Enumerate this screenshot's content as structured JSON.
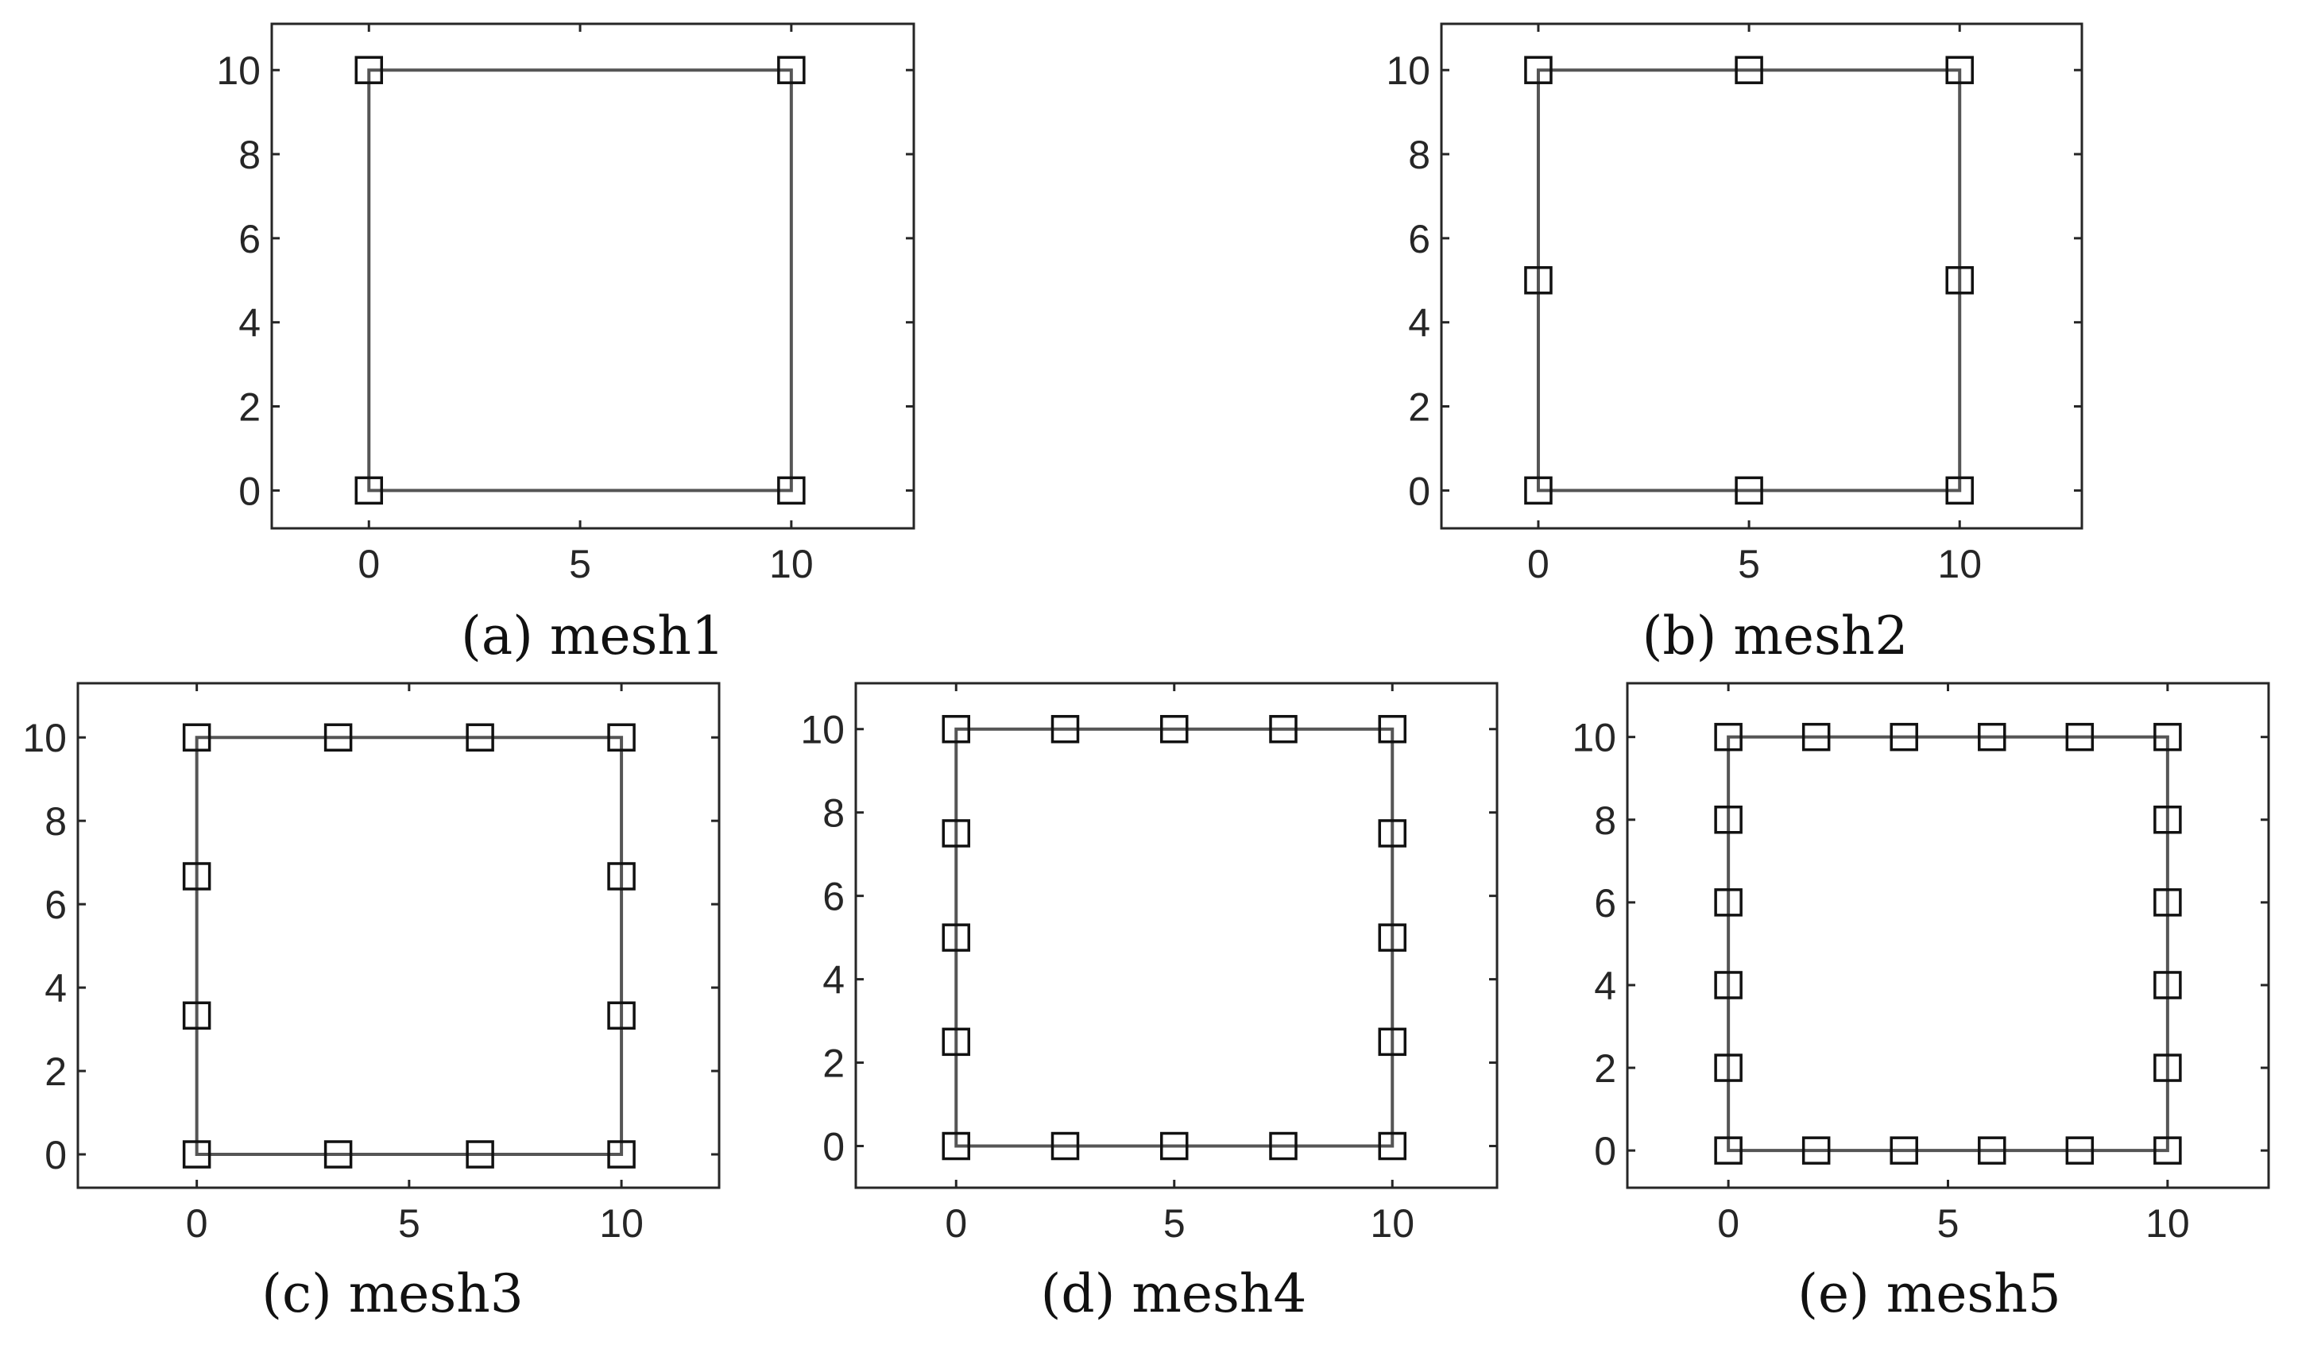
{
  "chart_data": [
    {
      "type": "scatter",
      "caption": "(a) mesh1",
      "title": "",
      "xlabel": "",
      "ylabel": "",
      "xlim": [
        -2.3,
        12.9
      ],
      "ylim": [
        -0.9,
        11.1
      ],
      "xticks": [
        0,
        5,
        10
      ],
      "yticks": [
        0,
        2,
        4,
        6,
        8,
        10
      ],
      "grid": false,
      "marker": "square",
      "line_color": "#555555",
      "marker_color": "#111111",
      "outline": [
        [
          0,
          0
        ],
        [
          10,
          0
        ],
        [
          10,
          10
        ],
        [
          0,
          10
        ]
      ],
      "points": [
        {
          "x": 0,
          "y": 0
        },
        {
          "x": 10,
          "y": 0
        },
        {
          "x": 10,
          "y": 10
        },
        {
          "x": 0,
          "y": 10
        }
      ]
    },
    {
      "type": "scatter",
      "caption": "(b) mesh2",
      "title": "",
      "xlabel": "",
      "ylabel": "",
      "xlim": [
        -2.3,
        12.9
      ],
      "ylim": [
        -0.9,
        11.1
      ],
      "xticks": [
        0,
        5,
        10
      ],
      "yticks": [
        0,
        2,
        4,
        6,
        8,
        10
      ],
      "grid": false,
      "marker": "square",
      "line_color": "#555555",
      "marker_color": "#111111",
      "outline": [
        [
          0,
          0
        ],
        [
          10,
          0
        ],
        [
          10,
          10
        ],
        [
          0,
          10
        ]
      ],
      "points": [
        {
          "x": 0,
          "y": 0
        },
        {
          "x": 5,
          "y": 0
        },
        {
          "x": 10,
          "y": 0
        },
        {
          "x": 10,
          "y": 5
        },
        {
          "x": 10,
          "y": 10
        },
        {
          "x": 5,
          "y": 10
        },
        {
          "x": 0,
          "y": 10
        },
        {
          "x": 0,
          "y": 5
        }
      ]
    },
    {
      "type": "scatter",
      "caption": "(c) mesh3",
      "title": "",
      "xlabel": "",
      "ylabel": "",
      "xlim": [
        -2.8,
        12.3
      ],
      "ylim": [
        -0.8,
        11.3
      ],
      "xticks": [
        0,
        5,
        10
      ],
      "yticks": [
        0,
        2,
        4,
        6,
        8,
        10
      ],
      "grid": false,
      "marker": "square",
      "line_color": "#555555",
      "marker_color": "#111111",
      "outline": [
        [
          0,
          0
        ],
        [
          10,
          0
        ],
        [
          10,
          10
        ],
        [
          0,
          10
        ]
      ],
      "points": [
        {
          "x": 0,
          "y": 0
        },
        {
          "x": 3.33,
          "y": 0
        },
        {
          "x": 6.67,
          "y": 0
        },
        {
          "x": 10,
          "y": 0
        },
        {
          "x": 10,
          "y": 3.33
        },
        {
          "x": 10,
          "y": 6.67
        },
        {
          "x": 10,
          "y": 10
        },
        {
          "x": 6.67,
          "y": 10
        },
        {
          "x": 3.33,
          "y": 10
        },
        {
          "x": 0,
          "y": 10
        },
        {
          "x": 0,
          "y": 6.67
        },
        {
          "x": 0,
          "y": 3.33
        }
      ]
    },
    {
      "type": "scatter",
      "caption": "(d) mesh4",
      "title": "",
      "xlabel": "",
      "ylabel": "",
      "xlim": [
        -2.3,
        12.4
      ],
      "ylim": [
        -1.0,
        11.1
      ],
      "xticks": [
        0,
        5,
        10
      ],
      "yticks": [
        0,
        2,
        4,
        6,
        8,
        10
      ],
      "grid": false,
      "marker": "square",
      "line_color": "#555555",
      "marker_color": "#111111",
      "outline": [
        [
          0,
          0
        ],
        [
          10,
          0
        ],
        [
          10,
          10
        ],
        [
          0,
          10
        ]
      ],
      "points": [
        {
          "x": 0,
          "y": 0
        },
        {
          "x": 2.5,
          "y": 0
        },
        {
          "x": 5,
          "y": 0
        },
        {
          "x": 7.5,
          "y": 0
        },
        {
          "x": 10,
          "y": 0
        },
        {
          "x": 10,
          "y": 2.5
        },
        {
          "x": 10,
          "y": 5
        },
        {
          "x": 10,
          "y": 7.5
        },
        {
          "x": 10,
          "y": 10
        },
        {
          "x": 7.5,
          "y": 10
        },
        {
          "x": 5,
          "y": 10
        },
        {
          "x": 2.5,
          "y": 10
        },
        {
          "x": 0,
          "y": 10
        },
        {
          "x": 0,
          "y": 7.5
        },
        {
          "x": 0,
          "y": 5
        },
        {
          "x": 0,
          "y": 2.5
        }
      ]
    },
    {
      "type": "scatter",
      "caption": "(e) mesh5",
      "title": "",
      "xlabel": "",
      "ylabel": "",
      "xlim": [
        -2.3,
        12.3
      ],
      "ylim": [
        -0.9,
        11.3
      ],
      "xticks": [
        0,
        5,
        10
      ],
      "yticks": [
        0,
        2,
        4,
        6,
        8,
        10
      ],
      "grid": false,
      "marker": "square",
      "line_color": "#555555",
      "marker_color": "#111111",
      "outline": [
        [
          0,
          0
        ],
        [
          10,
          0
        ],
        [
          10,
          10
        ],
        [
          0,
          10
        ]
      ],
      "points": [
        {
          "x": 0,
          "y": 0
        },
        {
          "x": 2,
          "y": 0
        },
        {
          "x": 4,
          "y": 0
        },
        {
          "x": 6,
          "y": 0
        },
        {
          "x": 8,
          "y": 0
        },
        {
          "x": 10,
          "y": 0
        },
        {
          "x": 10,
          "y": 2
        },
        {
          "x": 10,
          "y": 4
        },
        {
          "x": 10,
          "y": 6
        },
        {
          "x": 10,
          "y": 8
        },
        {
          "x": 10,
          "y": 10
        },
        {
          "x": 8,
          "y": 10
        },
        {
          "x": 6,
          "y": 10
        },
        {
          "x": 4,
          "y": 10
        },
        {
          "x": 2,
          "y": 10
        },
        {
          "x": 0,
          "y": 10
        },
        {
          "x": 0,
          "y": 8
        },
        {
          "x": 0,
          "y": 6
        },
        {
          "x": 0,
          "y": 4
        },
        {
          "x": 0,
          "y": 2
        }
      ]
    }
  ]
}
